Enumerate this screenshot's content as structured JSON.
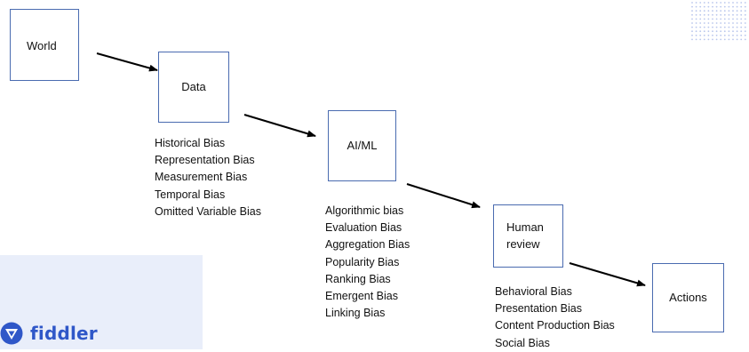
{
  "nodes": {
    "world": "World",
    "data": "Data",
    "aiml": "AI/ML",
    "human": [
      "Human",
      "review"
    ],
    "actions": "Actions"
  },
  "biases": {
    "data": [
      "Historical Bias",
      "Representation Bias",
      "Measurement Bias",
      "Temporal Bias",
      "Omitted Variable Bias"
    ],
    "aiml": [
      "Algorithmic bias",
      "Evaluation Bias",
      "Aggregation Bias",
      "Popularity Bias",
      "Ranking Bias",
      "Emergent Bias",
      "Linking Bias"
    ],
    "human": [
      "Behavioral Bias",
      "Presentation Bias",
      "Content Production Bias",
      "Social Bias"
    ]
  },
  "brand": {
    "name": "fiddler",
    "icon": "fiddler-logo-icon",
    "color": "#2f57c8",
    "panel_color": "#e9eefa"
  },
  "colors": {
    "box_border": "#4a6bb0",
    "arrow": "#000000"
  }
}
